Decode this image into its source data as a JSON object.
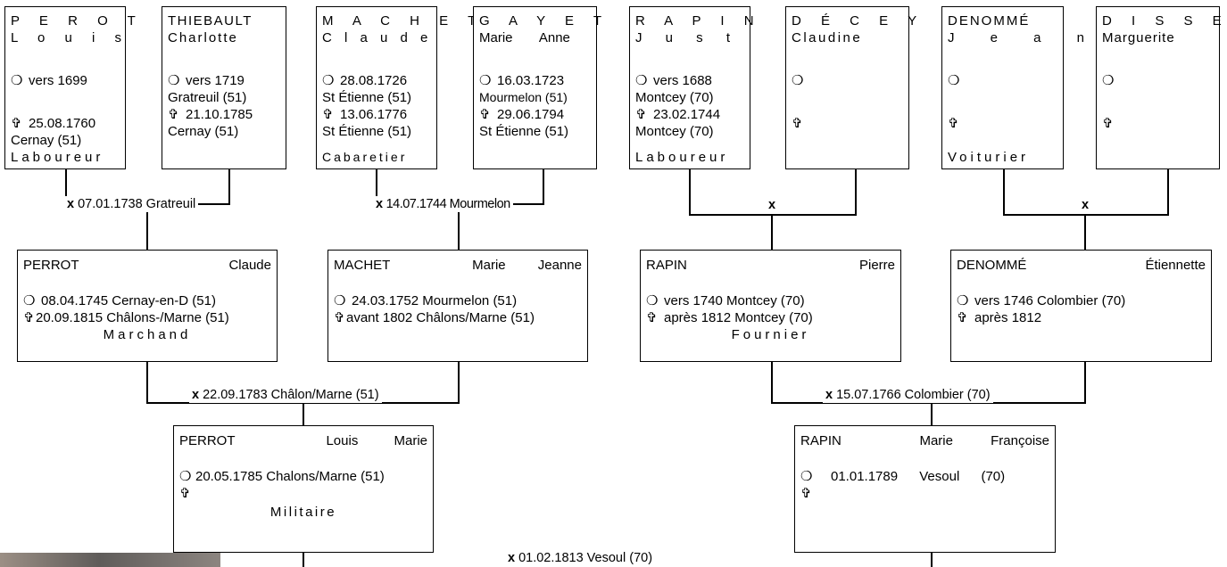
{
  "symbols": {
    "birth": "❍",
    "death": "✞",
    "marriage": "x"
  },
  "gen1": [
    {
      "surname": "P E R O T",
      "given": "L o u i s",
      "birth_date": "vers 1699",
      "birth_place": "",
      "death_date": "25.08.1760",
      "death_place": "Cernay (51)",
      "occupation": "Laboureur"
    },
    {
      "surname": "THIEBAULT",
      "given": "Charlotte",
      "birth_date": "vers 1719",
      "birth_place": "Gratreuil (51)",
      "death_date": "21.10.1785",
      "death_place": "Cernay (51)",
      "occupation": ""
    },
    {
      "surname": "M A C H E T",
      "given": "C l a u d e",
      "birth_date": "28.08.1726",
      "birth_place": "St Étienne (51)",
      "death_date": "13.06.1776",
      "death_place": "St Étienne (51)",
      "occupation": "Cabaretier"
    },
    {
      "surname": "G A Y E T",
      "given": "Marie Anne",
      "birth_date": "16.03.1723",
      "birth_place": "Mourmelon (51)",
      "death_date": "29.06.1794",
      "death_place": "St Étienne (51)",
      "occupation": ""
    },
    {
      "surname": "R A P I N",
      "given": "J u s t",
      "birth_date": "vers 1688",
      "birth_place": "Montcey (70)",
      "death_date": "23.02.1744",
      "death_place": "Montcey (70)",
      "occupation": "Laboureur"
    },
    {
      "surname": "D É C E Y",
      "given": "Claudine",
      "birth_date": "",
      "birth_place": "",
      "death_date": "",
      "death_place": "",
      "occupation": ""
    },
    {
      "surname": "DENOMMÉ",
      "given": "J e a n",
      "birth_date": "",
      "birth_place": "",
      "death_date": "",
      "death_place": "",
      "occupation": "Voiturier"
    },
    {
      "surname": "D I S S E N",
      "given": "Marguerite",
      "birth_date": "",
      "birth_place": "",
      "death_date": "",
      "death_place": "",
      "occupation": ""
    }
  ],
  "marriages1": [
    {
      "date_place": "07.01.1738 Gratreuil"
    },
    {
      "date_place": "14.07.1744 Mourmelon"
    },
    {
      "date_place": ""
    },
    {
      "date_place": ""
    }
  ],
  "gen2": [
    {
      "surname": "PERROT",
      "given": "Claude",
      "birth": "08.04.1745 Cernay-en-D (51)",
      "death": "20.09.1815 Châlons-/Marne (51)",
      "occupation": "Marchand"
    },
    {
      "surname": "MACHET",
      "given": "Marie Jeanne",
      "birth": "24.03.1752 Mourmelon (51)",
      "death": "avant 1802 Châlons/Marne (51)",
      "occupation": ""
    },
    {
      "surname": "RAPIN",
      "given": "Pierre",
      "birth": "vers 1740 Montcey (70)",
      "death": "après 1812 Montcey (70)",
      "occupation": "Fournier"
    },
    {
      "surname": "DENOMMÉ",
      "given": "Étiennette",
      "birth": "vers 1746 Colombier (70)",
      "death": "après 1812",
      "occupation": ""
    }
  ],
  "marriages2": [
    {
      "date_place": "22.09.1783 Châlon/Marne (51)"
    },
    {
      "date_place": "15.07.1766 Colombier (70)"
    }
  ],
  "gen3": [
    {
      "surname": "PERROT",
      "given": "Louis Marie",
      "birth": "20.05.1785 Chalons/Marne (51)",
      "death": "",
      "occupation": "Militaire"
    },
    {
      "surname": "RAPIN",
      "given": "Marie Françoise",
      "birth": "01.01.1789 Vesoul (70)",
      "death": "",
      "occupation": ""
    }
  ],
  "marriage3": {
    "date_place": "01.02.1813 Vesoul (70)"
  }
}
